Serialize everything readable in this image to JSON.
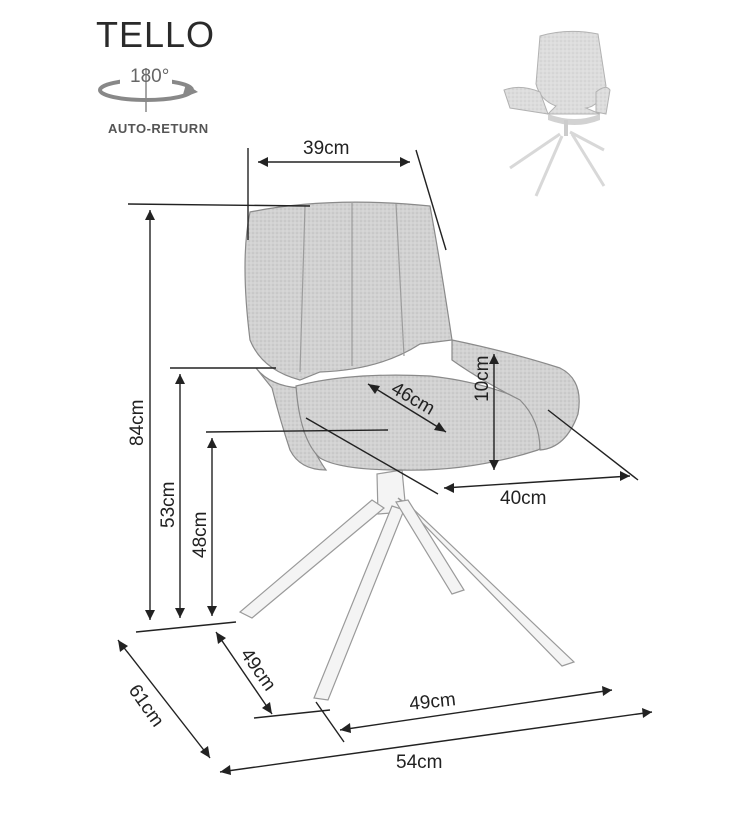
{
  "product": {
    "title": "TELLO",
    "rotation_degrees": "180°",
    "rotation_caption": "AUTO-RETURN"
  },
  "dimensions": {
    "backrest_width": "39cm",
    "total_height": "84cm",
    "armrest_height": "53cm",
    "seat_height": "48cm",
    "seat_depth": "46cm",
    "armrest_rise": "10cm",
    "seat_width": "40cm",
    "base_depth": "49cm",
    "base_width": "49cm",
    "total_depth": "61cm",
    "total_width": "54cm"
  },
  "colors": {
    "fabric": "#cfcfcf",
    "line": "#2b2b2b",
    "legs": "#e6e6e6"
  }
}
